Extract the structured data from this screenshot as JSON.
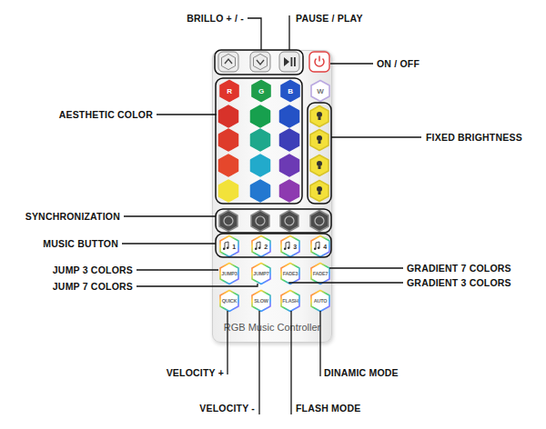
{
  "diagram": {
    "nodes": [
      {
        "text": [
          "RGB Music Controller"
        ]
      },
      {
        "text": [
          "R"
        ],
        "in": 0
      },
      {
        "text": [
          "G"
        ],
        "in": 0
      },
      {
        "text": [
          "B"
        ],
        "in": 0
      },
      {
        "text": [
          "W"
        ],
        "in": 0
      },
      {
        "text": [
          "1"
        ],
        "in": 0
      },
      {
        "text": [
          "2"
        ],
        "in": 0
      },
      {
        "text": [
          "3"
        ],
        "in": 0
      },
      {
        "text": [
          "4"
        ],
        "in": 0
      },
      {
        "text": [
          "JUMP3"
        ],
        "in": 0
      },
      {
        "text": [
          "JUMP7"
        ],
        "in": 0
      },
      {
        "text": [
          "FADE3"
        ],
        "in": 0
      },
      {
        "text": [
          "FADE7"
        ],
        "in": 0
      },
      {
        "text": [
          "QUICK"
        ],
        "in": 0
      },
      {
        "text": [
          "SLOW"
        ],
        "in": 0
      },
      {
        "text": [
          "FLASH"
        ],
        "in": 0
      },
      {
        "text": [
          "AUTO"
        ],
        "in": 0
      }
    ],
    "labels": [
      "BRILLO + / -",
      "PAUSE / PLAY",
      "ON / OFF",
      "AESTHETIC COLOR",
      "FIXED BRIGHTNESS",
      "SYNCHRONIZATION",
      "MUSIC BUTTON",
      "JUMP 3 COLORS",
      "GRADIENT 7 COLORS",
      "GRADIENT 3 COLORS",
      "JUMP 7 COLORS",
      "VELOCITY +",
      "DINAMIC MODE",
      "VELOCITY -",
      "FLASH MODE"
    ]
  }
}
